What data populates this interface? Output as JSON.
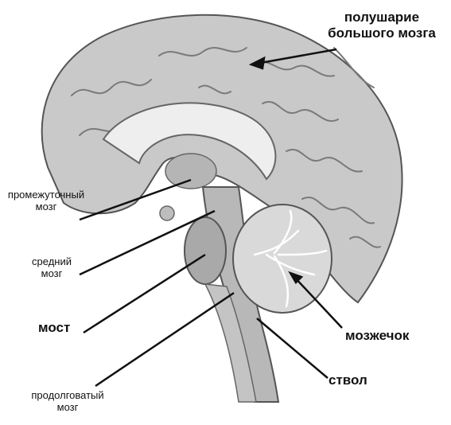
{
  "labels": {
    "hemisphere_line1": "полушарие",
    "hemisphere_line2": "большого мозга",
    "diencephalon_line1": "промежуточный",
    "diencephalon_line2": "мозг",
    "midbrain_line1": "средний",
    "midbrain_line2": "мозг",
    "pons": "мост",
    "cerebellum": "мозжечок",
    "brainstem": "ствол",
    "medulla_line1": "продолговатый",
    "medulla_line2": "мозг"
  },
  "colors": {
    "cortex": "#c9c9c9",
    "cortex_shadow": "#9a9a9a",
    "white_matter": "#eeeeee",
    "stem": "#b8b8b8",
    "ink": "#111111"
  }
}
